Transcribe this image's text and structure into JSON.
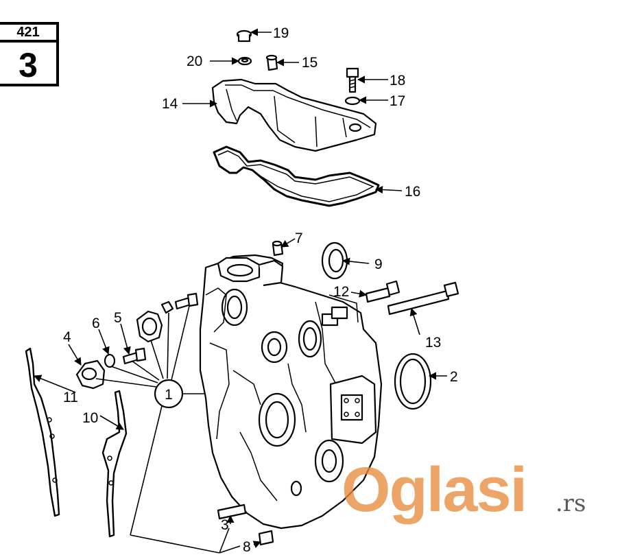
{
  "badge": {
    "page": "421",
    "group": "3"
  },
  "watermark": {
    "brand": "Oglasi",
    "suffix": ".rs"
  },
  "callouts": [
    "1",
    "2",
    "3",
    "4",
    "5",
    "6",
    "7",
    "8",
    "9",
    "10",
    "11",
    "12",
    "13",
    "14",
    "15",
    "16",
    "17",
    "18",
    "19",
    "20"
  ]
}
